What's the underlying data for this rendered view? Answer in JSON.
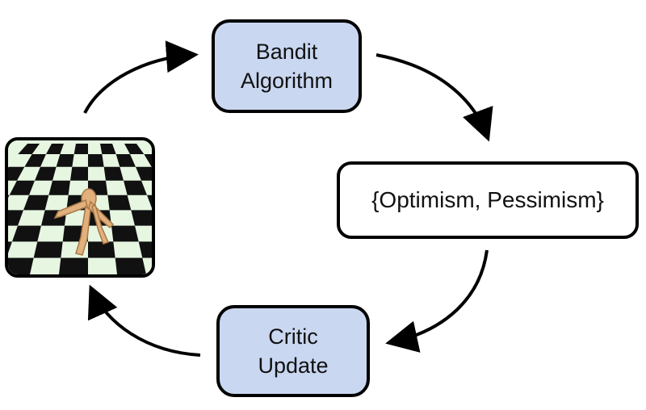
{
  "nodes": {
    "bandit": {
      "line1": "Bandit",
      "line2": "Algorithm"
    },
    "mode": {
      "text": "{Optimism, Pessimism}"
    },
    "critic": {
      "line1": "Critic",
      "line2": "Update"
    }
  },
  "environment": {
    "icon": "quadruped-robot-on-checkerboard-icon"
  },
  "colors": {
    "box_fill": "#c9d7f1",
    "stroke": "#000000",
    "checker_light": "#e6f6e1"
  }
}
